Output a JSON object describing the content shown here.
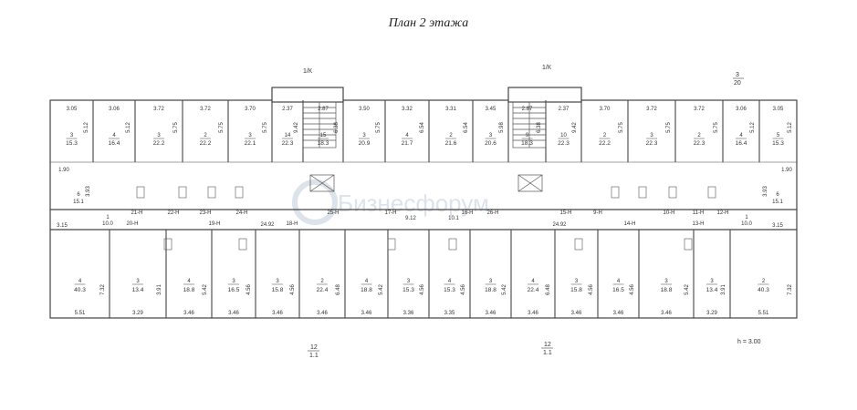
{
  "plan": {
    "title": "План 2 этажа",
    "height_note": "h = 3.00",
    "watermark": "Бизнесфорум",
    "axis_labels": {
      "top_left": "1/К",
      "top_right": "1/К",
      "top_corner": "3",
      "top_corner_sub": "20",
      "bottom_left": "12",
      "bottom_left_sub": "1.1",
      "bottom_right": "12",
      "bottom_right_sub": "1.1"
    },
    "colors": {
      "wall": "#444444",
      "fill": "#ffffff",
      "stair": "#555555"
    }
  },
  "rooms_top": [
    {
      "num": "3",
      "area": "15.3",
      "w": "3.05",
      "h": "5.12"
    },
    {
      "num": "4",
      "area": "16.4",
      "w": "3.06",
      "h": "5.12"
    },
    {
      "num": "3",
      "area": "22.2",
      "w": "3.72",
      "h": "5.75"
    },
    {
      "num": "2",
      "area": "22.2",
      "w": "3.72",
      "h": "5.75"
    },
    {
      "num": "3",
      "area": "22.1",
      "w": "3.70",
      "h": "5.75"
    },
    {
      "num": "14",
      "area": "22.3",
      "w": "2.37",
      "h": "9.42"
    },
    {
      "num": "15",
      "area": "18.3",
      "w": "2.87",
      "h": "6.38"
    },
    {
      "num": "3",
      "area": "20.9",
      "w": "3.50",
      "h": "5.75"
    },
    {
      "num": "4",
      "area": "21.7",
      "w": "3.32",
      "h": "6.54"
    },
    {
      "num": "2",
      "area": "21.6",
      "w": "3.31",
      "h": "6.54"
    },
    {
      "num": "3",
      "area": "20.6",
      "w": "3.45",
      "h": "5.98"
    },
    {
      "num": "9",
      "area": "18.3",
      "w": "2.87",
      "h": "6.38"
    },
    {
      "num": "10",
      "area": "22.3",
      "w": "2.37",
      "h": "9.42"
    },
    {
      "num": "2",
      "area": "22.2",
      "w": "3.70",
      "h": "5.75"
    },
    {
      "num": "3",
      "area": "22.3",
      "w": "3.72",
      "h": "5.75"
    },
    {
      "num": "2",
      "area": "22.3",
      "w": "3.72",
      "h": "5.75"
    },
    {
      "num": "4",
      "area": "16.4",
      "w": "3.06",
      "h": "5.12"
    },
    {
      "num": "5",
      "area": "15.3",
      "w": "3.05",
      "h": "5.12"
    }
  ],
  "rooms_bottom": [
    {
      "num": "4",
      "area": "40.3",
      "w": "5.51",
      "h": "7.32"
    },
    {
      "num": "3",
      "area": "13.4",
      "w": "3.29",
      "h": "3.91"
    },
    {
      "num": "4",
      "area": "18.8",
      "w": "3.46",
      "h": "5.42"
    },
    {
      "num": "3",
      "area": "16.5",
      "w": "3.46",
      "h": "4.56"
    },
    {
      "num": "3",
      "area": "15.8",
      "w": "3.46",
      "h": "4.56"
    },
    {
      "num": "2",
      "area": "22.4",
      "w": "3.46",
      "h": "6.48"
    },
    {
      "num": "4",
      "area": "18.8",
      "w": "3.46",
      "h": "5.42"
    },
    {
      "num": "3",
      "area": "15.3",
      "w": "3.36",
      "h": "4.56"
    },
    {
      "num": "4",
      "area": "15.3",
      "w": "3.35",
      "h": "4.56"
    },
    {
      "num": "3",
      "area": "18.8",
      "w": "3.46",
      "h": "5.42"
    },
    {
      "num": "4",
      "area": "22.4",
      "w": "3.46",
      "h": "6.48"
    },
    {
      "num": "3",
      "area": "15.8",
      "w": "3.46",
      "h": "4.56"
    },
    {
      "num": "4",
      "area": "16.5",
      "w": "3.46",
      "h": "4.56"
    },
    {
      "num": "3",
      "area": "18.8",
      "w": "3.46",
      "h": "5.42"
    },
    {
      "num": "3",
      "area": "13.4",
      "w": "3.29",
      "h": "3.91"
    },
    {
      "num": "2",
      "area": "40.3",
      "w": "5.51",
      "h": "7.32"
    }
  ],
  "corridor_labels": [
    "21-Н",
    "22-Н",
    "23-Н",
    "24-Н",
    "25-Н",
    "17-Н",
    "16-Н",
    "26-Н",
    "15-Н",
    "9-Н",
    "10-Н",
    "11-Н",
    "12-Н",
    "20-Н",
    "19-Н",
    "18-Н",
    "14-Н",
    "13-Н"
  ],
  "corridor_misc": {
    "left_w": "3.15",
    "right_w": "3.15",
    "corr_len_l": "24.92",
    "corr_len_r": "24.92",
    "corr_area_l": "9.12",
    "corr_area_r": "10.1",
    "left_room": "6",
    "left_room_area": "15.1",
    "right_room": "6",
    "right_room_area": "15.1",
    "left_small": "1",
    "left_small_area": "10.0",
    "right_small": "1",
    "right_small_area": "10.0",
    "dim_190": "1.90",
    "dim_393": "3.93"
  }
}
